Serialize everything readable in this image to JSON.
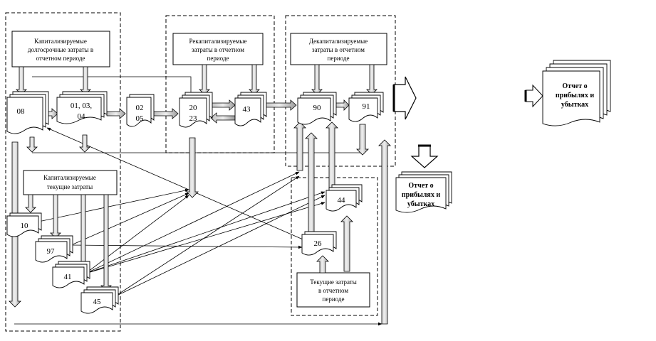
{
  "groups": {
    "capitalized_long_term": "Капитализируемые долгосрочные затраты в отчетном периоде",
    "recapitalized": "Рекапитализируемые затраты в отчетном периоде",
    "decapitalized": "Декапитализируемые затраты в отчетном периоде",
    "capitalized_current": "Капитализируемые текущие затраты",
    "current_costs": "Текущие затраты в отчетном периоде"
  },
  "accounts": {
    "a08": "08",
    "a010304": [
      "01, 03,",
      "04"
    ],
    "a0205": [
      "02",
      "05"
    ],
    "a2023": [
      "20",
      "23"
    ],
    "a43": "43",
    "a90": "90",
    "a91": "91",
    "a10": "10",
    "a97": "97",
    "a41": "41",
    "a45": "45",
    "a44": "44",
    "a26": "26"
  },
  "reports": {
    "top_right": [
      "Отчет о",
      "прибылях и",
      "убытках"
    ],
    "middle": [
      "Отчет о",
      "прибылях и",
      "убытках"
    ]
  }
}
